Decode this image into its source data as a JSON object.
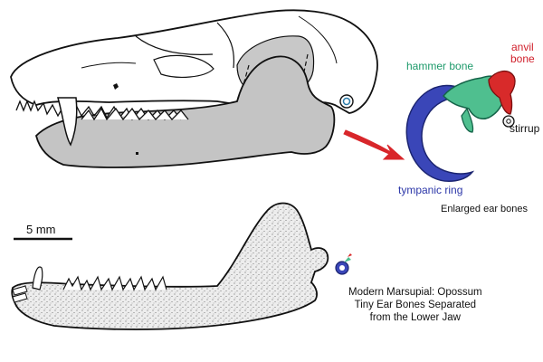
{
  "labels": {
    "hammer_bone": "hammer bone",
    "anvil_bone_line1": "anvil",
    "anvil_bone_line2": "bone",
    "stirrup": "stirrup",
    "tympanic_ring": "tympanic ring",
    "enlarged_caption": "Enlarged ear bones",
    "scale_bar": "5 mm",
    "opossum_caption_line1": "Modern Marsupial: Opossum",
    "opossum_caption_line2": "Tiny Ear Bones Separated",
    "opossum_caption_line3": "from the Lower Jaw"
  },
  "colors": {
    "hammer_bone": "#4fbf8f",
    "anvil_bone": "#d82a2a",
    "tympanic_ring": "#3a46b8",
    "stirrup": "#f2f2f2",
    "jaw_shading": "#c4c4c4",
    "arrow": "#d8262a",
    "outline": "#111111"
  },
  "icons": {
    "arrow": "red-curved-arrow-icon",
    "small_ear": "tiny-ear-bones-icon"
  }
}
